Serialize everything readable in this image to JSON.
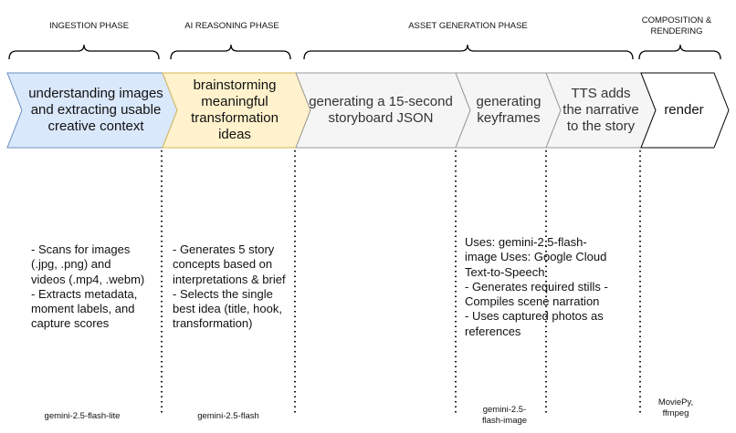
{
  "phases": [
    {
      "label": "INGESTION PHASE"
    },
    {
      "label": "AI REASONING PHASE"
    },
    {
      "label": "ASSET GENERATION PHASE"
    },
    {
      "label": "COMPOSITION &\nRENDERING"
    }
  ],
  "steps": [
    {
      "text": "understanding images and extracting usable creative context",
      "fill": "#dae8fc"
    },
    {
      "text": "brainstorming meaningful transformation ideas",
      "fill": "#fff2cc"
    },
    {
      "text": "generating a 15-second storyboard JSON",
      "fill": "#f5f5f5"
    },
    {
      "text": "generating keyframes",
      "fill": "#f5f5f5"
    },
    {
      "text": "TTS adds the narrative to the story",
      "fill": "#f5f5f5"
    },
    {
      "text": "render",
      "fill": "#ffffff"
    }
  ],
  "descriptions": {
    "ingestion": "- Scans for images\n(.jpg, .png) and\nvideos (.mp4, .webm)\n- Extracts metadata,\nmoment labels, and\ncapture scores",
    "reasoning": "- Generates 5 story\nconcepts based on\ninterpretations & brief\n- Selects the single\nbest idea (title, hook,\ntransformation)",
    "asset": "Uses: gemini-2.5-flash-\nimage Uses: Google Cloud\nText-to-Speech\n- Generates required stills -\nCompiles scene narration\n- Uses captured photos as\nreferences"
  },
  "models": {
    "ingestion": "gemini-2.5-flash-lite",
    "reasoning": "gemini-2.5-flash",
    "asset": "gemini-2.5-\nflash-image",
    "render": "MoviePy,\nffmpeg"
  },
  "colors": {
    "ingestion": "#dae8fc",
    "reasoning": "#fff2cc",
    "asset": "#f5f5f5",
    "render": "#ffffff"
  }
}
